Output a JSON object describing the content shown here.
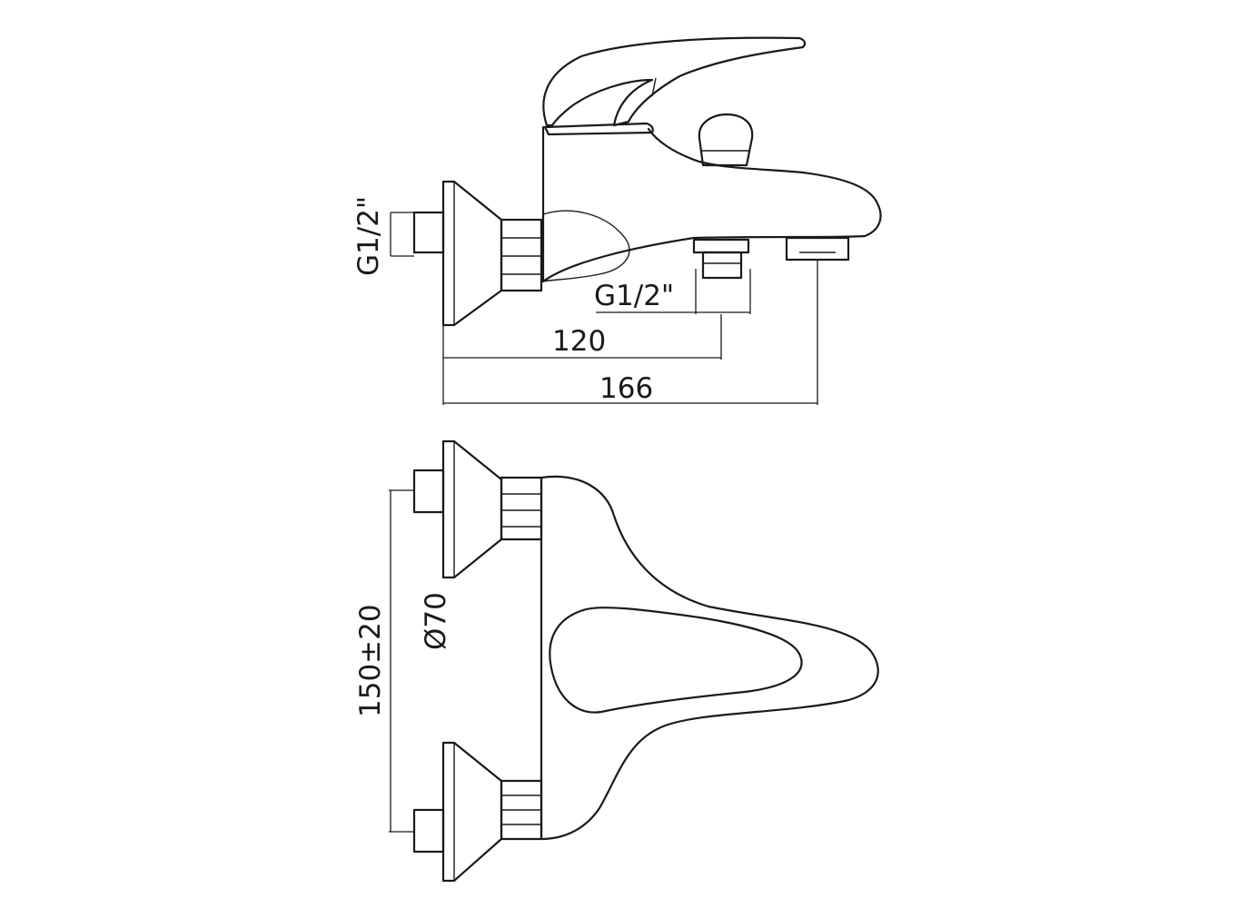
{
  "dimensions": {
    "inlet_thread": "G1/2\"",
    "shower_outlet_thread": "G1/2\"",
    "length_to_shower_outlet": "120",
    "length_to_spout": "166",
    "inlet_spacing": "150±20",
    "escutcheon_diameter": "Ø70"
  }
}
